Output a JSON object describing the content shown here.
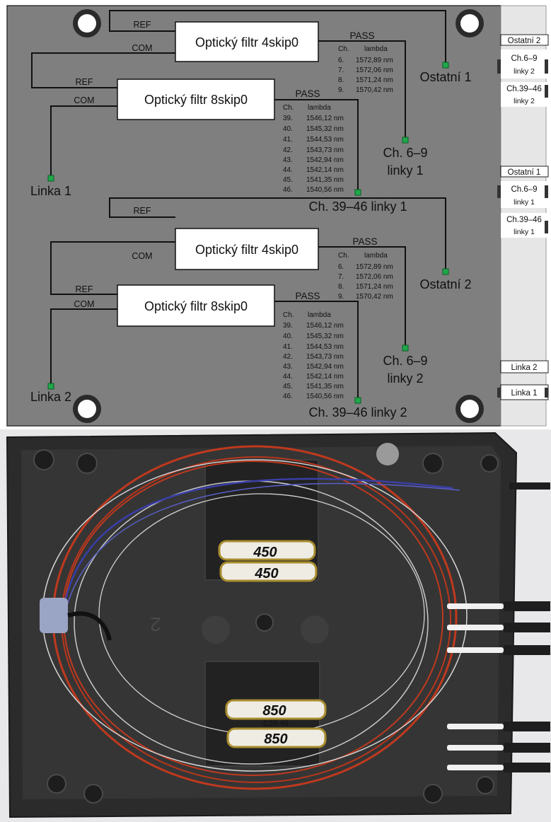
{
  "signal_labels": {
    "ref": "REF",
    "com": "COM",
    "pass": "PASS"
  },
  "filters": {
    "f4": "Optický filtr 4skip0",
    "f8": "Optický filtr 8skip0"
  },
  "table_header": {
    "ch": "Ch.",
    "lambda": "lambda"
  },
  "table_4skip0": [
    {
      "ch": "6.",
      "nm": "1572,89 nm"
    },
    {
      "ch": "7.",
      "nm": "1572,06 nm"
    },
    {
      "ch": "8.",
      "nm": "1571,24 nm"
    },
    {
      "ch": "9.",
      "nm": "1570,42 nm"
    }
  ],
  "table_8skip0": [
    {
      "ch": "39.",
      "nm": "1546,12 nm"
    },
    {
      "ch": "40.",
      "nm": "1545,32 nm"
    },
    {
      "ch": "41.",
      "nm": "1544,53 nm"
    },
    {
      "ch": "42.",
      "nm": "1543,73 nm"
    },
    {
      "ch": "43.",
      "nm": "1542,94 nm"
    },
    {
      "ch": "44.",
      "nm": "1542,14 nm"
    },
    {
      "ch": "45.",
      "nm": "1541,35 nm"
    },
    {
      "ch": "46.",
      "nm": "1540,56 nm"
    }
  ],
  "outputs": {
    "ostatni1": "Ostatní 1",
    "ostatni2": "Ostatní 2",
    "ch69_line1": "Ch. 6–9",
    "ch69_line2_1": "linky 1",
    "ch69_line2_2": "linky 2",
    "ch3946_1": "Ch. 39–46 linky 1",
    "ch3946_2": "Ch. 39–46 linky 2",
    "linka1": "Linka 1",
    "linka2": "Linka 2"
  },
  "side_tags": {
    "ostatni2": "Ostatní 2",
    "ch69_2_a": "Ch.6–9",
    "ch69_2_b": "linky 2",
    "ch3946_2_a": "Ch.39–46",
    "ch3946_2_b": "linky 2",
    "ostatni1": "Ostatní 1",
    "ch69_1_a": "Ch.6–9",
    "ch69_1_b": "linky 1",
    "ch3946_1_a": "Ch.39–46",
    "ch3946_1_b": "linky 1",
    "linka2": "Linka 2",
    "linka1": "Linka 1"
  },
  "photo_marks": {
    "filter_top_a": "450",
    "filter_top_b": "450",
    "filter_bot_a": "850",
    "filter_bot_b": "850",
    "filter_bot_mid": "C39-46",
    "tray_number": "2"
  },
  "colors": {
    "panel": "#7f7f7f",
    "strip": "#e6e6e6",
    "connector": "#1fa84a",
    "tray": "#2b2b2b",
    "fiber_red": "#c0391e",
    "fiber_blue": "#3a3fa8"
  }
}
